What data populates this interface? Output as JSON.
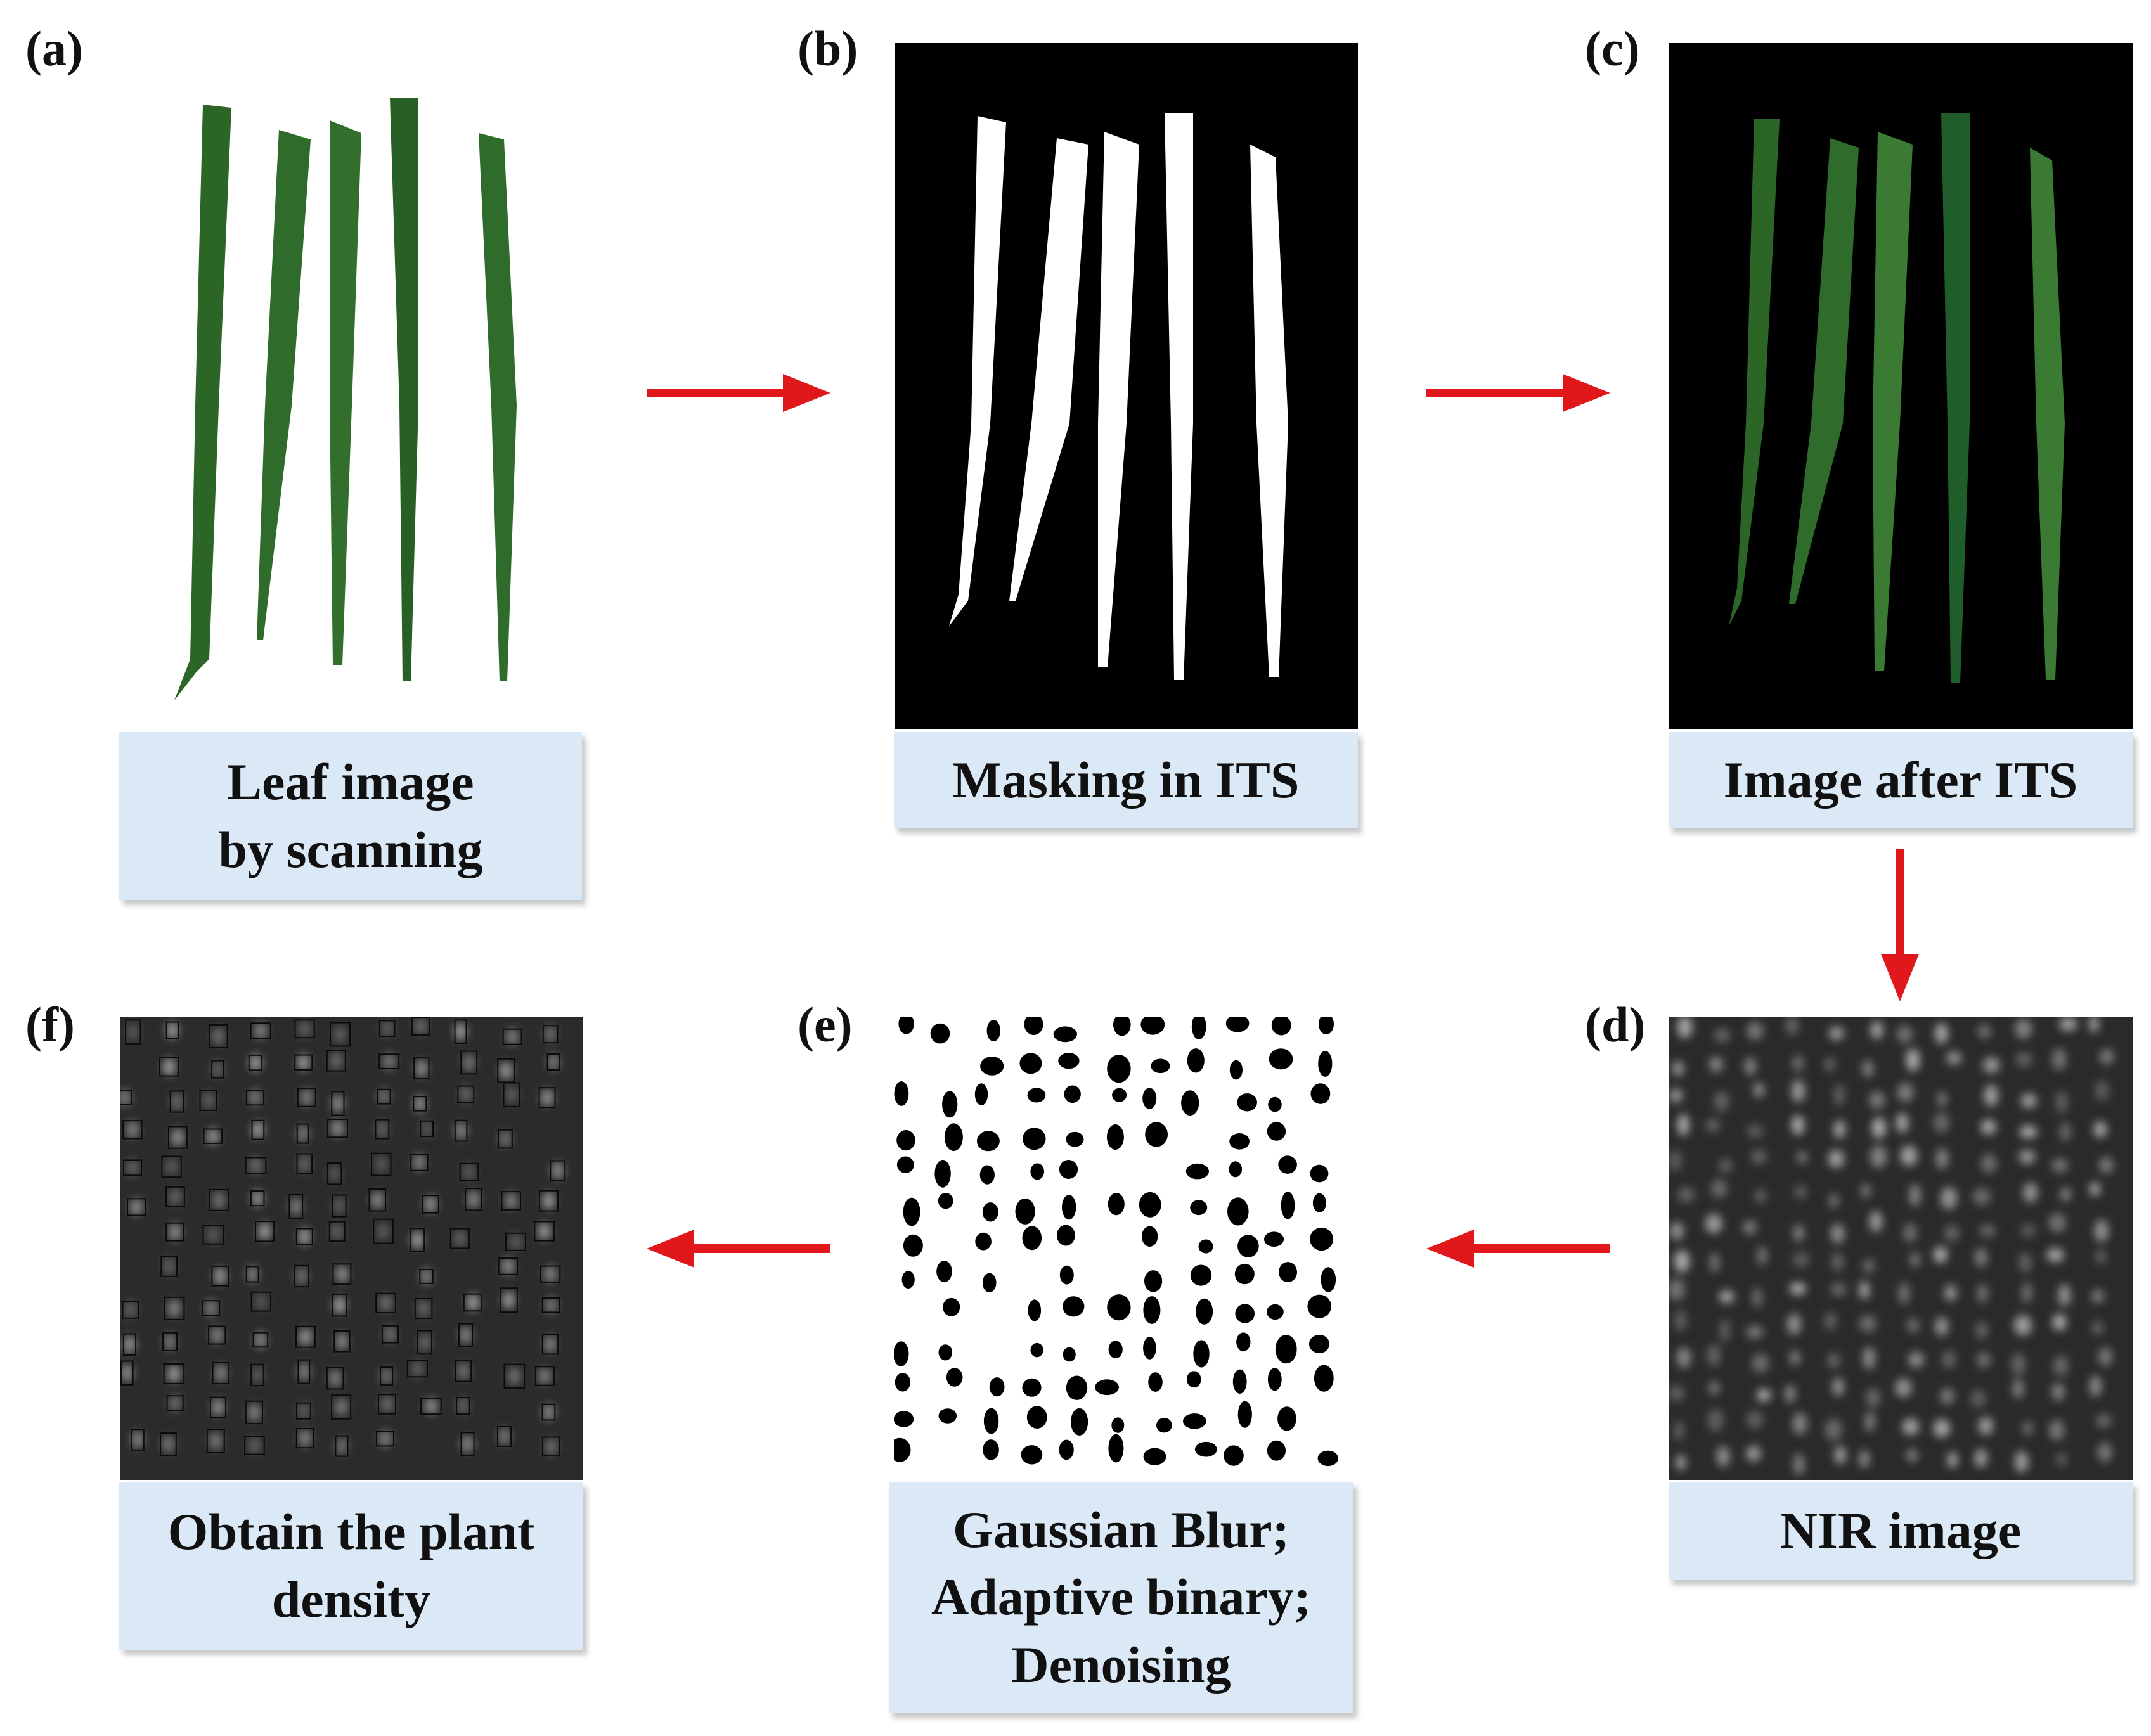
{
  "panels": {
    "a": {
      "label": "(a)",
      "caption_lines": [
        "Leaf image",
        "by scanning"
      ]
    },
    "b": {
      "label": "(b)",
      "caption_lines": [
        "Masking in ITS"
      ]
    },
    "c": {
      "label": "(c)",
      "caption_lines": [
        "Image after ITS"
      ]
    },
    "d": {
      "label": "(d)",
      "caption_lines": [
        "NIR image"
      ]
    },
    "e": {
      "label": "(e)",
      "caption_lines": [
        "Gaussian Blur;",
        "Adaptive binary;",
        "Denoising"
      ]
    },
    "f": {
      "label": "(f)",
      "caption_lines": [
        "Obtain the plant",
        "density"
      ]
    }
  },
  "flow": [
    "a",
    "b",
    "c",
    "d",
    "e",
    "f"
  ],
  "colors": {
    "arrow": "#e0171b",
    "caption_bg": "#dbe8f5",
    "leaf_green": "#2f6b2a",
    "mask_bg": "#000000",
    "mask_fg": "#ffffff"
  },
  "arrow_icon": "right-arrow-icon"
}
